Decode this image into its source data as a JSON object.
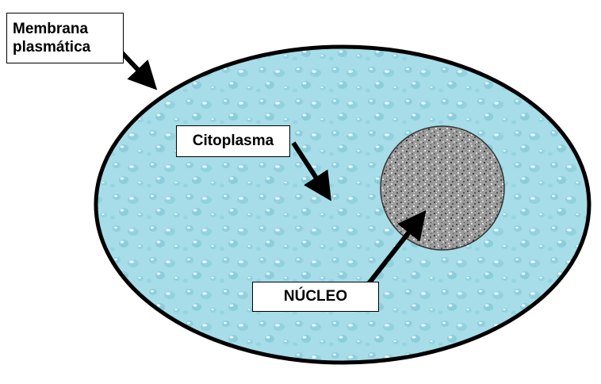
{
  "labels": {
    "membrana_line1": "Membrana",
    "membrana_line2": "plasmática",
    "citoplasma": "Citoplasma",
    "nucleo": "NÚCLEO"
  },
  "colors": {
    "cytoplasm_fill": "#a6dde8",
    "membrane_stroke": "#000000",
    "nucleus_fill": "#9a9a9a",
    "arrow": "#000000"
  }
}
